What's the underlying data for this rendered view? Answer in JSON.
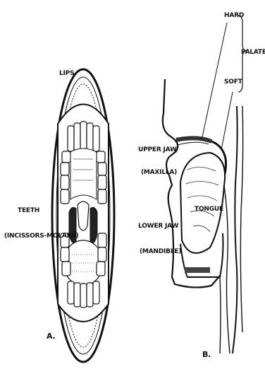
{
  "panel_a": {
    "letter": "A.",
    "labels": {
      "lips": "LIPS",
      "teeth_line1": "TEETH",
      "teeth_line2": "(INCISSORS-MOLARS)"
    }
  },
  "panel_b": {
    "letter": "B.",
    "labels": {
      "hard": "HARD",
      "palate": "PALATE",
      "soft": "SOFT",
      "upper_jaw_line1": "UPPER JAW",
      "upper_jaw_line2": "(MAXILLA)",
      "lower_jaw_line1": "LOWER JAW",
      "lower_jaw_line2": "(MANDIBLE)",
      "tongue": "TONGUE"
    }
  }
}
